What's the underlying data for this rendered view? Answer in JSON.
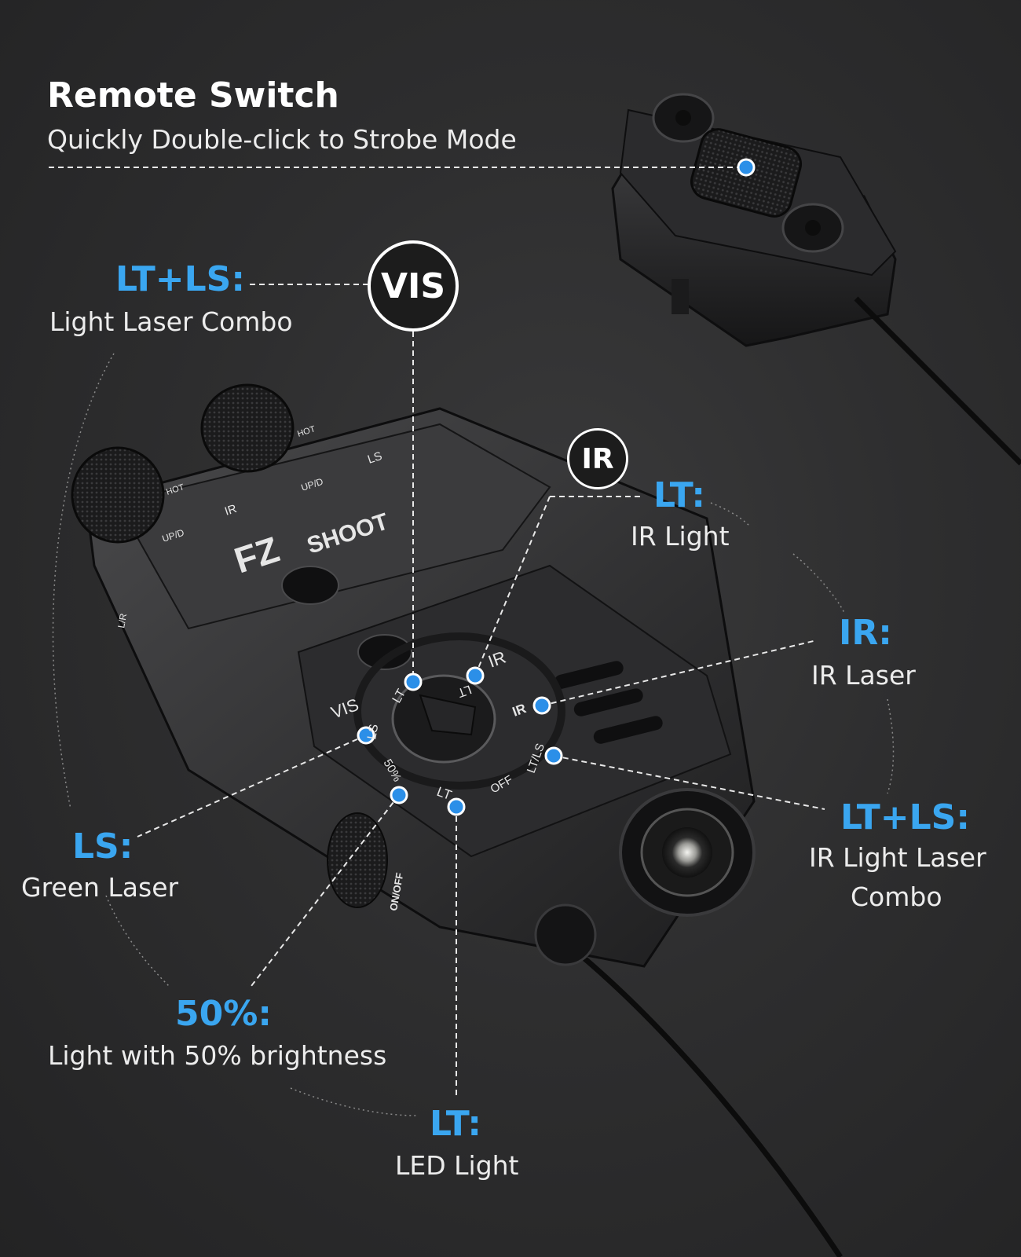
{
  "remote_switch": {
    "title": "Remote Switch",
    "subtitle": "Quickly Double-click to Strobe Mode"
  },
  "vis_badge": "VIS",
  "ir_badge": "IR",
  "callouts": {
    "vis_lt_ls": {
      "heading": "LT+LS:",
      "desc": "Light Laser Combo"
    },
    "ir_lt": {
      "heading": "LT:",
      "desc": "IR Light"
    },
    "ir_ir": {
      "heading": "IR:",
      "desc": "IR Laser"
    },
    "ir_lt_ls": {
      "heading": "LT+LS:",
      "desc_line1": "IR Light Laser",
      "desc_line2": "Combo"
    },
    "ls": {
      "heading": "LS:",
      "desc": "Green Laser"
    },
    "fifty": {
      "heading": "50%:",
      "desc": "Light with 50% brightness"
    },
    "lt_led": {
      "heading": "LT:",
      "desc": "LED Light"
    }
  },
  "device_markings": {
    "brand": "SHOOT",
    "brand_mark": "FZ",
    "ir_knob_label": "IR",
    "ls_knob_label": "LS",
    "updn_label": "UP/D",
    "hot_label": "HOT",
    "dial_vis": "VIS",
    "dial_ir_top": "IR",
    "dial_lt_top": "LT",
    "dial_lt_left": "LT",
    "dial_ls": "LS",
    "dial_ir": "IR",
    "dial_ltls": "LT/LS",
    "dial_50": "50%",
    "dial_lt_bottom": "LT",
    "dial_off": "OFF",
    "onoff": "ON/OFF",
    "lr": "L/R"
  },
  "colors": {
    "accent_blue": "#3aa6f0",
    "dot_blue": "#2b8fe8",
    "background": "#2e2e2f"
  }
}
